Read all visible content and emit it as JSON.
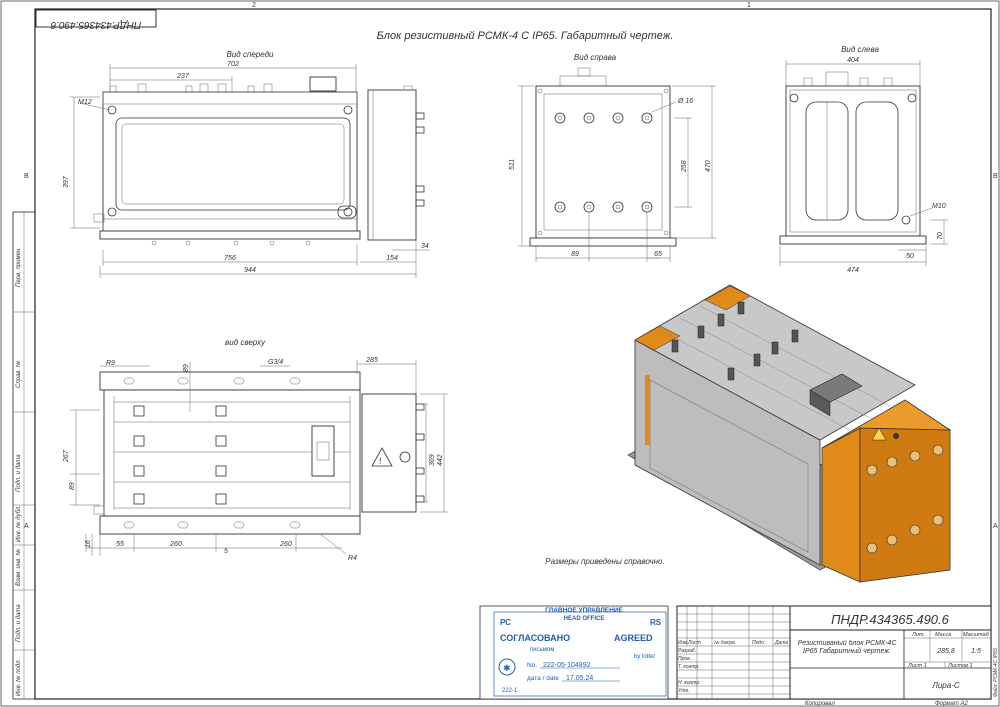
{
  "sheet": {
    "title": "Блок резистивный РСМК-4 С IP65. Габаритный чертеж.",
    "code_mirrored": "ПНДР.434365.490.6",
    "note": "Размеры приведены справочно."
  },
  "zones": [
    "2",
    "1",
    "B",
    "A"
  ],
  "views": {
    "front": {
      "label": "Вид спереди",
      "dims": [
        "702",
        "237",
        "M12",
        "397",
        "756",
        "944",
        "154",
        "34"
      ]
    },
    "right": {
      "label": "Вид справа",
      "dims": [
        "511",
        "Ø 16",
        "258",
        "470",
        "89",
        "65"
      ]
    },
    "left": {
      "label": "Вид слева",
      "dims": [
        "404",
        "M10",
        "70",
        "474",
        "50"
      ]
    },
    "top": {
      "label": "вид сверху",
      "dims": [
        "R9",
        "89",
        "G3/4",
        "285",
        "267",
        "89",
        "369",
        "442",
        "16",
        "55",
        "260",
        "5",
        "260",
        "R4"
      ]
    }
  },
  "side_strip": [
    "Перв. примен.",
    "Справ. №",
    "Подп. и дата",
    "Инв. № дубл.",
    "Взам. инв. №",
    "Подп. и дата",
    "Инв. № подл."
  ],
  "stamp": {
    "head_ru": "ГЛАВНОЕ УПРАВЛЕНИЕ",
    "head_en": "HEAD OFFICE",
    "rc": "РС",
    "rs": "RS",
    "agreed_ru": "СОГЛАСОВАНО",
    "agreed_en": "AGREED",
    "letter_ru": "письмом",
    "letter_en": "by lotter",
    "no_label": "No.",
    "no_value": "222-05-104892",
    "date_label": "дата / date",
    "date_value": "17.05.24",
    "code": "222-1"
  },
  "title_block": {
    "code": "ПНДР.434365.490.6",
    "name": "Резистиваный блок РСМК-4С IP65 Габаритный чертеж.",
    "cols": [
      "Изм.",
      "Лист",
      "№ докум.",
      "Подп.",
      "Дата"
    ],
    "rows": [
      "Разраб.",
      "Пров.",
      "Т. контр.",
      "",
      "Н. контр.",
      "Утв."
    ],
    "lit_label": "Лит.",
    "mass_label": "Масса",
    "scale_label": "Масштаб",
    "mass": "285,8",
    "scale": "1:5",
    "sheet": "Лист 1",
    "sheets": "Листов 1",
    "org": "Лира-С",
    "copied": "Копировал",
    "format": "Формат А2",
    "side": "Файл: РСМК-4С IP65"
  }
}
